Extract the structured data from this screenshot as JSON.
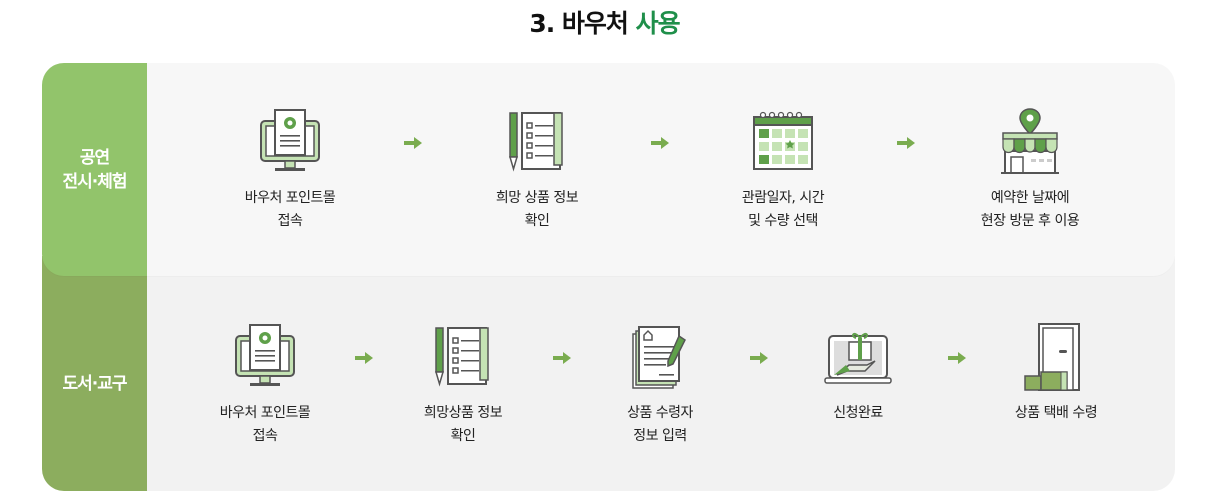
{
  "title": {
    "prefix": "3. 바우처 ",
    "accent": "사용",
    "accent_color": "#1f8f4a"
  },
  "colors": {
    "top_label_bg": "#92c46b",
    "bottom_label_bg": "#8cad5e",
    "top_content_bg": "#f7f7f7",
    "bottom_content_bg": "#f2f2f2",
    "arrow": "#7aac4f",
    "icon_green": "#5fa04a",
    "icon_light_green": "#c5e3b4"
  },
  "sections": [
    {
      "label": "공연\n전시·체험",
      "steps": [
        {
          "icon": "monitor-document-gear-icon",
          "text": "바우처 포인트몰\n접속"
        },
        {
          "icon": "checklist-pen-icon",
          "text": "희망 상품 정보\n확인"
        },
        {
          "icon": "calendar-icon",
          "text": "관람일자, 시간\n및 수량 선택"
        },
        {
          "icon": "store-location-pin-icon",
          "text": "예약한 날짜에\n현장 방문 후 이용"
        }
      ]
    },
    {
      "label": "도서·교구",
      "steps": [
        {
          "icon": "monitor-document-gear-icon",
          "text": "바우처 포인트몰\n접속"
        },
        {
          "icon": "checklist-pen-icon",
          "text": "희망상품 정보\n확인"
        },
        {
          "icon": "form-pen-icon",
          "text": "상품 수령자\n정보 입력"
        },
        {
          "icon": "laptop-gift-hand-icon",
          "text": "신청완료"
        },
        {
          "icon": "door-parcel-icon",
          "text": "상품 택배 수령"
        }
      ]
    }
  ]
}
